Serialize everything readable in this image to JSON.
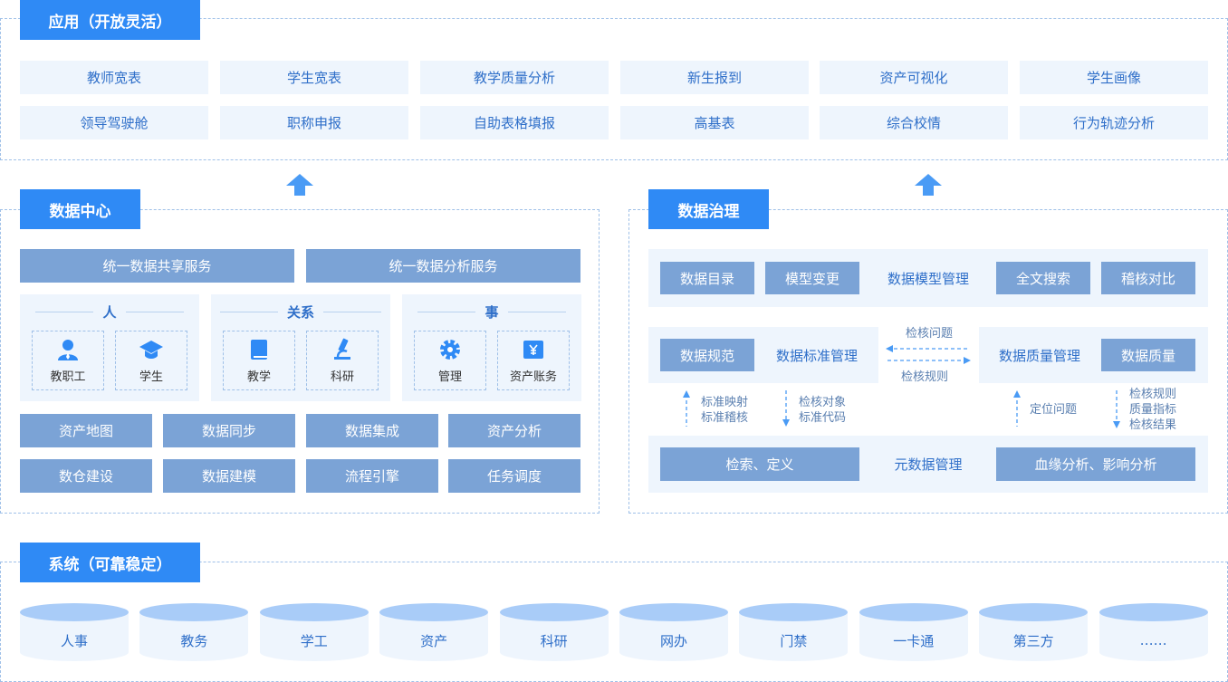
{
  "app": {
    "title": "应用（开放灵活）",
    "row1": [
      "教师宽表",
      "学生宽表",
      "教学质量分析",
      "新生报到",
      "资产可视化",
      "学生画像"
    ],
    "row2": [
      "领导驾驶舱",
      "职称申报",
      "自助表格填报",
      "高基表",
      "综合校情",
      "行为轨迹分析"
    ]
  },
  "dc": {
    "title": "数据中心",
    "services": [
      "统一数据共享服务",
      "统一数据分析服务"
    ],
    "groups": [
      {
        "title": "人",
        "items": [
          {
            "label": "教职工",
            "icon": "person-icon"
          },
          {
            "label": "学生",
            "icon": "graduation-cap-icon"
          }
        ]
      },
      {
        "title": "关系",
        "items": [
          {
            "label": "教学",
            "icon": "book-icon"
          },
          {
            "label": "科研",
            "icon": "microscope-icon"
          }
        ]
      },
      {
        "title": "事",
        "items": [
          {
            "label": "管理",
            "icon": "gear-icon"
          },
          {
            "label": "资产账务",
            "icon": "yen-card-icon"
          }
        ]
      }
    ],
    "tools1": [
      "资产地图",
      "数据同步",
      "数据集成",
      "资产分析"
    ],
    "tools2": [
      "数仓建设",
      "数据建模",
      "流程引擎",
      "任务调度"
    ]
  },
  "gov": {
    "title": "数据治理",
    "model": {
      "btn1": "数据目录",
      "btn2": "模型变更",
      "label": "数据模型管理",
      "btn3": "全文搜索",
      "btn4": "稽核对比"
    },
    "std": {
      "btn": "数据规范",
      "label": "数据标准管理"
    },
    "qual": {
      "label": "数据质量管理",
      "btn": "数据质量"
    },
    "arrows": {
      "top": "检核问题",
      "bottom": "检核规则"
    },
    "notes": {
      "std_up": [
        "标准映射",
        "标准稽核"
      ],
      "std_down": [
        "检核对象",
        "标准代码"
      ],
      "qual_up": [
        "定位问题"
      ],
      "qual_down": [
        "检核规则",
        "质量指标",
        "检核结果"
      ]
    },
    "meta": {
      "btn1": "检索、定义",
      "label": "元数据管理",
      "btn2": "血缘分析、影响分析"
    }
  },
  "sys": {
    "title": "系统（可靠稳定）",
    "items": [
      "人事",
      "教务",
      "学工",
      "资产",
      "科研",
      "网办",
      "门禁",
      "一卡通",
      "第三方",
      "……"
    ]
  },
  "colors": {
    "accent": "#2f8af5",
    "bar": "#7ba3d6",
    "panel": "#eef5fd",
    "text": "#2f6fc9"
  }
}
